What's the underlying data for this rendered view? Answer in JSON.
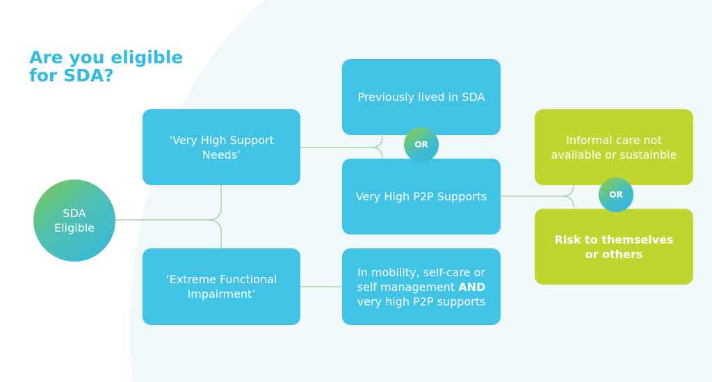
{
  "title": {
    "line1": "Are you eligible",
    "line2": "for SDA?"
  },
  "nodes": {
    "sda_eligible": {
      "line1": "SDA",
      "line2": "Eligible"
    },
    "very_high_support": "‘Very High Support Needs’",
    "extreme_functional": {
      "line1": "‘Extreme Functional",
      "line2": "Impairment’"
    },
    "previously_lived": "Previously lived in SDA",
    "very_high_p2p": "Very High P2P Supports",
    "mobility": {
      "line1": "In mobility, self-care or",
      "line2a": "self management ",
      "line2b": "AND",
      "line3": "very high P2P supports"
    },
    "informal_care": {
      "line1": "Informal care not",
      "line2": "available or sustainble"
    },
    "risk": {
      "line1": "Risk to themselves",
      "line2": "or others"
    }
  },
  "or_labels": {
    "first": "OR",
    "second": "OR"
  },
  "colors": {
    "title": "#2fbbe3",
    "blue_box": "#41c3e5",
    "green_box": "#bfd630",
    "connector": "#9fd7a6",
    "background": "#f1f8f9"
  }
}
